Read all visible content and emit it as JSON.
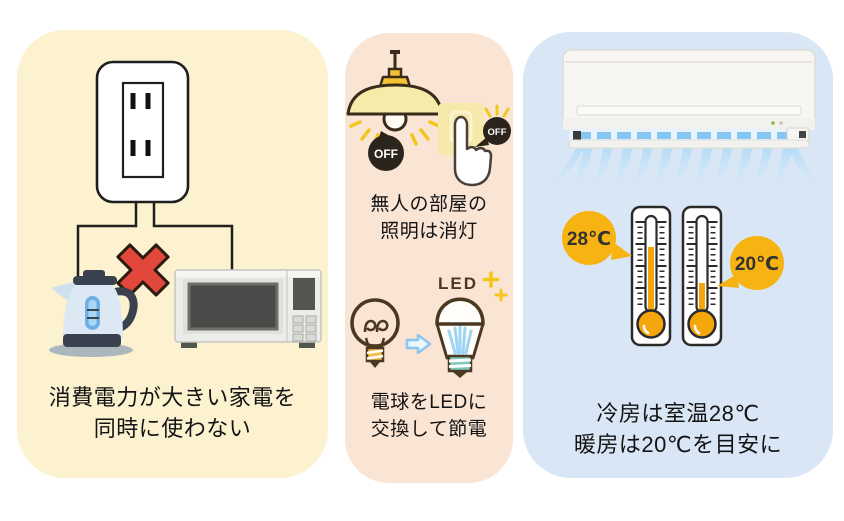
{
  "panels": {
    "left": {
      "bg": "#FCF2CF",
      "caption": [
        "消費電力が大きい家電を",
        "同時に使わない"
      ],
      "icons": [
        "outlet-icon",
        "power-cord",
        "prohibition-cross-icon",
        "kettle-icon",
        "microwave-icon"
      ]
    },
    "middle": {
      "bg": "#FAE4D4",
      "lighting": {
        "lamp_badge": "OFF",
        "switch_badge": "OFF",
        "caption": [
          "無人の部屋の",
          "照明は消灯"
        ],
        "icons": [
          "pendant-lamp-icon",
          "light-switch-icon",
          "hand-press-icon",
          "off-badge"
        ]
      },
      "led": {
        "label": "LED",
        "caption": [
          "電球をLEDに",
          "交換して節電"
        ],
        "icons": [
          "incandescent-bulb-icon",
          "arrow-right-icon",
          "led-bulb-icon",
          "sparkle-icon"
        ]
      }
    },
    "right": {
      "bg": "#D9E6F5",
      "cooling_temp": "28℃",
      "heating_temp": "20℃",
      "caption": [
        "冷房は室温28℃",
        "暖房は20℃を目安に"
      ],
      "icons": [
        "air-conditioner-icon",
        "airflow-icon",
        "thermometer-icon",
        "speech-bubble"
      ]
    }
  },
  "colors": {
    "prohibition_red": "#E2473C",
    "accent_yellow": "#F7B312",
    "mercury_orange": "#F5A60A",
    "air_blue": "#9FD2F3",
    "dark_outline": "#4A3822"
  }
}
